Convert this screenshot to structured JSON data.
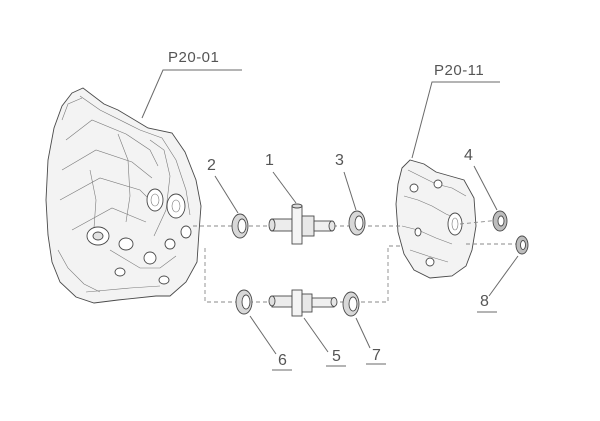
{
  "diagram": {
    "assembly_labels": {
      "left_housing": "P20-01",
      "right_housing": "P20-11"
    },
    "callouts": [
      {
        "id": "1",
        "text": "1"
      },
      {
        "id": "2",
        "text": "2"
      },
      {
        "id": "3",
        "text": "3"
      },
      {
        "id": "4",
        "text": "4"
      },
      {
        "id": "5",
        "text": "5"
      },
      {
        "id": "6",
        "text": "6"
      },
      {
        "id": "7",
        "text": "7"
      },
      {
        "id": "8",
        "text": "8"
      }
    ],
    "colors": {
      "line": "#4a4a4a",
      "fill": "#f2f2f2",
      "label": "#555555"
    }
  }
}
